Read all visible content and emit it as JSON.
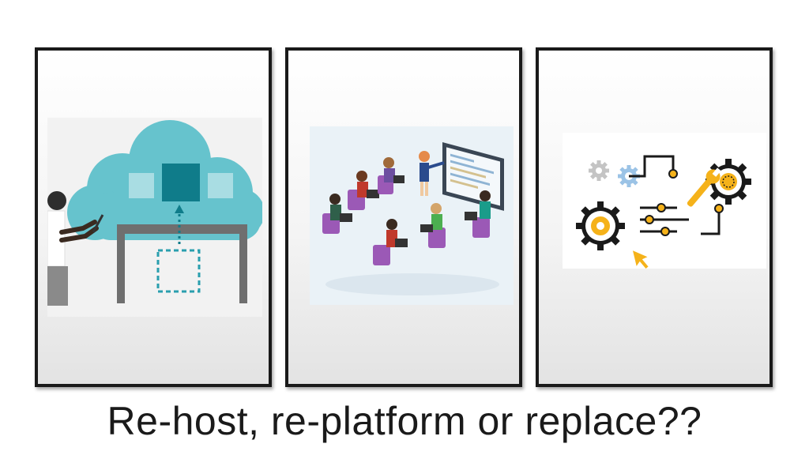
{
  "slide": {
    "caption": "Re-host, re-platform or replace??"
  },
  "panels": [
    {
      "id": "rehost",
      "icon": "cloud-migration-illustration"
    },
    {
      "id": "replatform",
      "icon": "training-meeting-illustration"
    },
    {
      "id": "replace",
      "icon": "gears-wrench-circuit-illustration"
    }
  ],
  "colors": {
    "cloud": "#66c3cd",
    "cloud_box": "#0f7c8a",
    "frame": "#1a1a1a",
    "gear_orange": "#f5b21a",
    "chair_purple": "#9b59b6"
  }
}
